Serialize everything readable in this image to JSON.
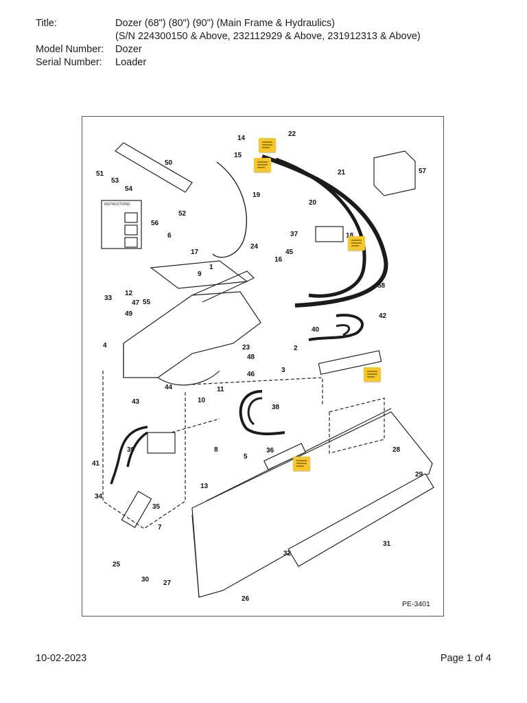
{
  "header": {
    "title_label": "Title:",
    "title_line1": "Dozer (68\") (80\") (90\") (Main Frame & Hydraulics)",
    "title_line2": "(S/N 224300150 & Above, 232112929 & Above, 231912313 & Above)",
    "model_label": "Model Number:",
    "model_value": "Dozer",
    "serial_label": "Serial Number:",
    "serial_value": "Loader"
  },
  "diagram": {
    "figure_id": "PE-3401",
    "instructions_label": "INSTRUCTIONS",
    "callouts": [
      "1",
      "2",
      "3",
      "4",
      "5",
      "6",
      "7",
      "8",
      "9",
      "10",
      "11",
      "12",
      "13",
      "14",
      "15",
      "16",
      "17",
      "18",
      "19",
      "20",
      "21",
      "22",
      "23",
      "24",
      "25",
      "26",
      "27",
      "28",
      "29",
      "30",
      "31",
      "32",
      "33",
      "34",
      "35",
      "36",
      "37",
      "38",
      "39",
      "40",
      "41",
      "42",
      "43",
      "44",
      "45",
      "46",
      "47",
      "48",
      "49",
      "50",
      "51",
      "52",
      "53",
      "54",
      "55",
      "56",
      "57",
      "58"
    ]
  },
  "notes": {
    "count": 5,
    "color": "#f6c62a",
    "icon": "note-icon"
  },
  "footer": {
    "date": "10-02-2023",
    "page": "Page 1 of 4"
  }
}
